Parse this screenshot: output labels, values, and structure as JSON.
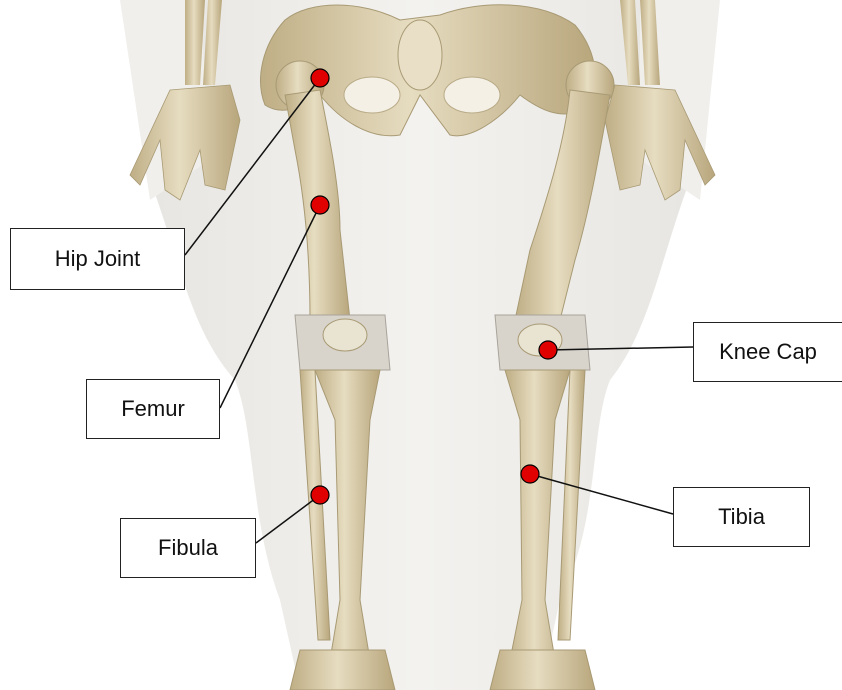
{
  "labels": {
    "hip_joint": "Hip Joint",
    "femur": "Femur",
    "knee_cap": "Knee Cap",
    "tibia": "Tibia",
    "fibula": "Fibula"
  },
  "colors": {
    "marker": "#e00000",
    "bone": "#d9cba6",
    "body_silhouette": "#f1efec"
  }
}
